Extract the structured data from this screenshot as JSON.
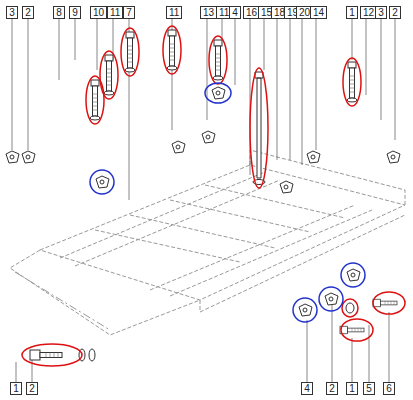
{
  "diagram": {
    "labels": [
      "3",
      "2",
      "8",
      "9",
      "10",
      "11",
      "7",
      "11",
      "13",
      "11",
      "4",
      "16",
      "15",
      "18",
      "19",
      "20",
      "14",
      "1",
      "12",
      "3",
      "2",
      "1",
      "2",
      "4",
      "2",
      "1",
      "5",
      "6"
    ]
  }
}
